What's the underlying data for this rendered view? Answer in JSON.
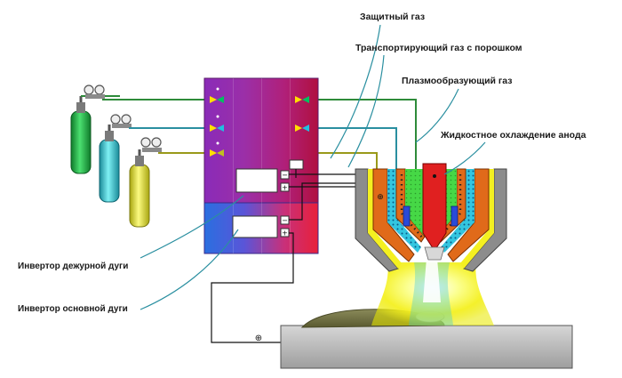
{
  "labels": {
    "shield_gas": "Защитный газ",
    "transport_gas": "Транспортирующий  газ с порошком",
    "plasma_gas": "Плазмообразующий газ",
    "anode_cooling": "Жидкостное охлаждение анода",
    "pilot_arc_inverter": "Инвертор дежурной дуги",
    "main_arc_inverter": "Инвертор основной дуги"
  },
  "symbols": {
    "plus": "⊕"
  },
  "colors": {
    "line_green": "#2e8b3a",
    "line_teal": "#2a8fa0",
    "line_olive": "#9a9a1a",
    "cyl_green": "#2db84a",
    "cyl_cyan": "#39c8d0",
    "cyl_yellow": "#e8e640",
    "torch_orange": "#e06a1a",
    "electrode_red": "#e02020",
    "workpiece": "#bdbdbd"
  }
}
